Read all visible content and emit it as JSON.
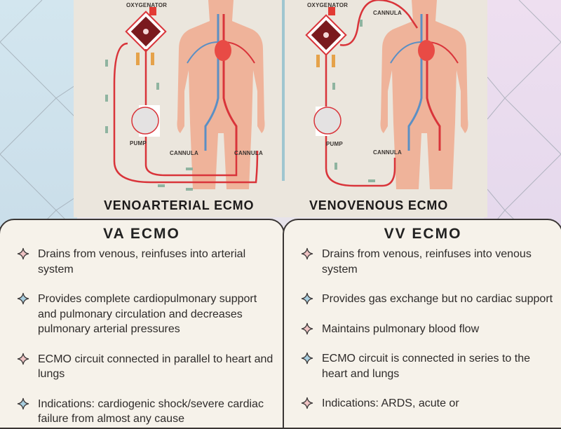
{
  "diagram": {
    "left": {
      "title": "VENOARTERIAL ECMO",
      "labels": {
        "oxygenator": "OXYGENATOR",
        "pump": "PUMP",
        "cannula_1": "CANNULA",
        "cannula_2": "CANNULA"
      }
    },
    "right": {
      "title": "VENOVENOUS ECMO",
      "labels": {
        "oxygenator": "OXYGENATOR",
        "pump": "PUMP",
        "cannula_1": "CANNULA",
        "cannula_2": "CANNULA"
      }
    },
    "colors": {
      "blood_line": "#d9343a",
      "vein": "#5b8fc4",
      "body": "#efb39a",
      "arrow": "#8fb4a0",
      "divider": "#9fc6d0"
    }
  },
  "va_card": {
    "title": "VA ECMO",
    "bullets": [
      {
        "text": "Drains from venous, reinfuses into arterial system",
        "icon": "sparkle-pink"
      },
      {
        "text": "Provides complete cardiopulmonary support and pulmonary circulation and decreases pulmonary arterial pressures",
        "icon": "sparkle-blue"
      },
      {
        "text": "ECMO circuit connected in parallel to heart and lungs",
        "icon": "sparkle-pink"
      },
      {
        "text": "Indications: cardiogenic shock/severe cardiac failure from almost any cause",
        "icon": "sparkle-blue"
      }
    ]
  },
  "vv_card": {
    "title": "VV ECMO",
    "bullets": [
      {
        "text": "Drains from venous, reinfuses into venous system",
        "icon": "sparkle-pink"
      },
      {
        "text": "Provides gas exchange but no cardiac support",
        "icon": "sparkle-blue"
      },
      {
        "text": "Maintains pulmonary blood flow",
        "icon": "sparkle-pink"
      },
      {
        "text": "ECMO circuit is connected in series to the heart and lungs",
        "icon": "sparkle-blue"
      },
      {
        "text": "Indications: ARDS, acute or",
        "icon": "sparkle-pink"
      }
    ]
  },
  "icon_colors": {
    "pink": "#f0c4c4",
    "blue": "#a9cfe0",
    "outline": "#3d3a3a"
  }
}
